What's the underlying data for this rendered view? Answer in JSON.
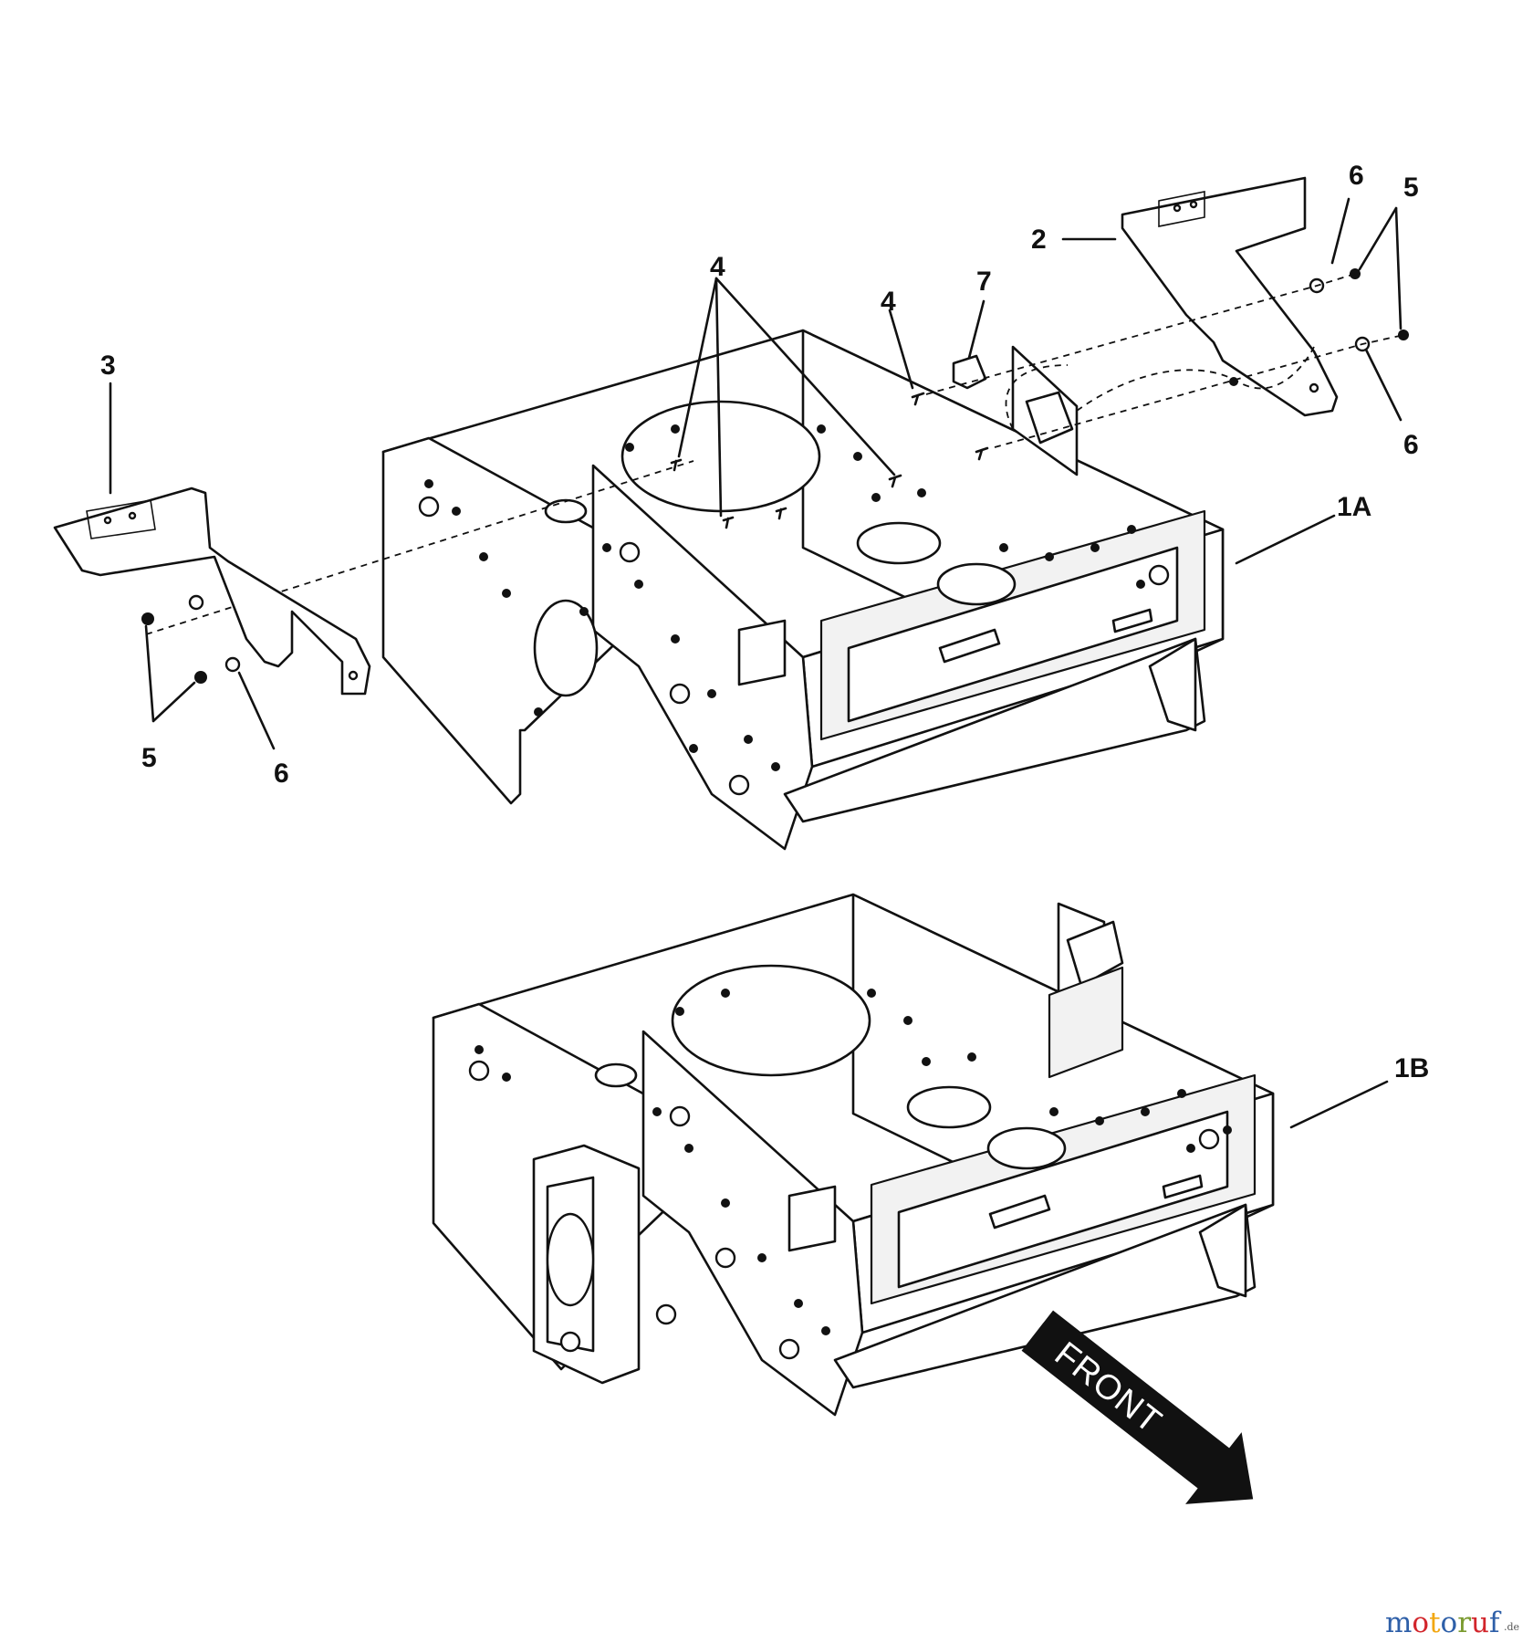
{
  "callouts": {
    "c6_top": "6",
    "c5_top": "5",
    "c2": "2",
    "c4_group": "4",
    "c7": "7",
    "c4_single": "4",
    "c3": "3",
    "c6_right": "6",
    "c1a": "1A",
    "c5_left": "5",
    "c6_left": "6",
    "c1b": "1B"
  },
  "front_arrow_label": "FRONT",
  "watermark": {
    "m1": "m",
    "o1": "o",
    "t": "t",
    "o2": "o",
    "r": "r",
    "u": "u",
    "f": "f",
    "tld": ".de",
    "colors": [
      "#2e5fa8",
      "#d2252b",
      "#f2a712",
      "#2e5fa8",
      "#7a9a2f",
      "#d2252b",
      "#2e5fa8"
    ]
  }
}
